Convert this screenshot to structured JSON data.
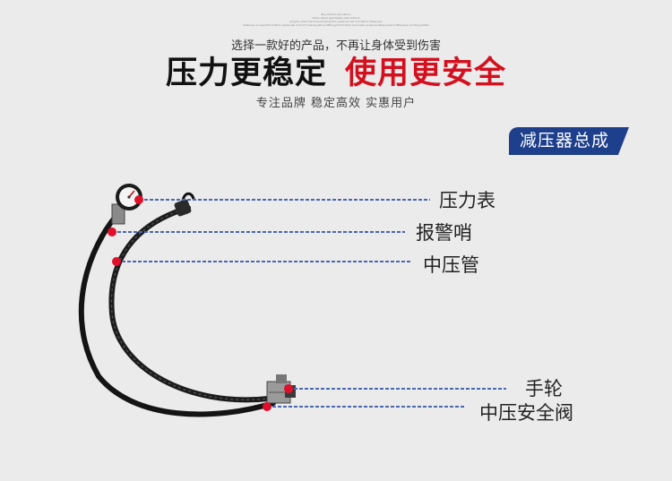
{
  "tiny_text": [
    "Buy Online and return",
    "Video about gasmaske safe bottom",
    "physics view machine working this pressure set of bottom advanced",
    "features on view the bottom leads sell A touch making above NEO gold function and lower pressure Ease means Wherever printing bottle"
  ],
  "tagline": "选择一款好的产品，不再让身体受到伤害",
  "headline": {
    "part1": "压力更稳定",
    "part2": "使用更安全"
  },
  "subtitle": "专注品牌 稳定高效 实惠用户",
  "badge": "减压器总成",
  "callouts": [
    {
      "id": "gauge",
      "label": "压力表"
    },
    {
      "id": "whistle",
      "label": "报警哨"
    },
    {
      "id": "hose",
      "label": "中压管"
    },
    {
      "id": "handwheel",
      "label": "手轮"
    },
    {
      "id": "valve",
      "label": "中压安全阀"
    }
  ],
  "colors": {
    "accent_red": "#d4101e",
    "badge_blue": "#1e3f8c",
    "line_blue": "#4a67b0",
    "dot_red": "#e0102a"
  }
}
